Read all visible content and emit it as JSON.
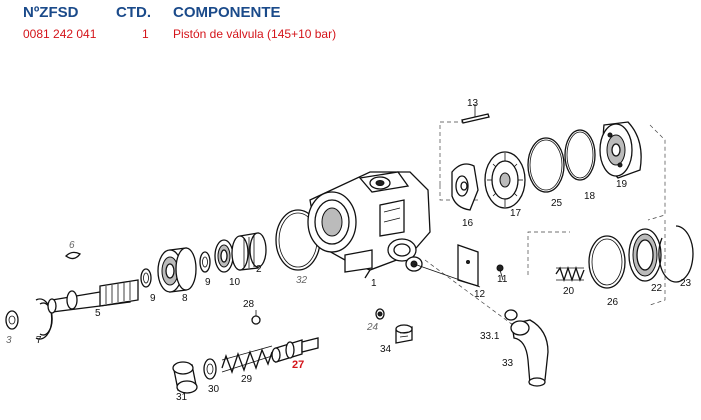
{
  "header": {
    "col_part_number": "NºZFSD",
    "col_quantity": "CTD.",
    "col_component": "COMPONENTE"
  },
  "row": {
    "part_number": "0081 242 041",
    "quantity": "1",
    "component": "Pistón de válvula (145+10 bar)"
  },
  "diagram": {
    "labels": {
      "p1": "1",
      "p2": "2",
      "p3": "3",
      "p5": "5",
      "p6": "6",
      "p7": "7",
      "p8": "8",
      "p9a": "9",
      "p9b": "9",
      "p10": "10",
      "p11": "11",
      "p12": "12",
      "p13": "13",
      "p16": "16",
      "p17": "17",
      "p18": "18",
      "p19": "19",
      "p20": "20",
      "p22": "22",
      "p23": "23",
      "p24": "24",
      "p25": "25",
      "p26": "26",
      "p27": "27",
      "p28": "28",
      "p29": "29",
      "p30": "30",
      "p31": "31",
      "p32": "32",
      "p33": "33",
      "p33_1": "33.1",
      "p34": "34"
    },
    "highlight_color": "#d4141a",
    "header_color": "#1a4a8a"
  }
}
